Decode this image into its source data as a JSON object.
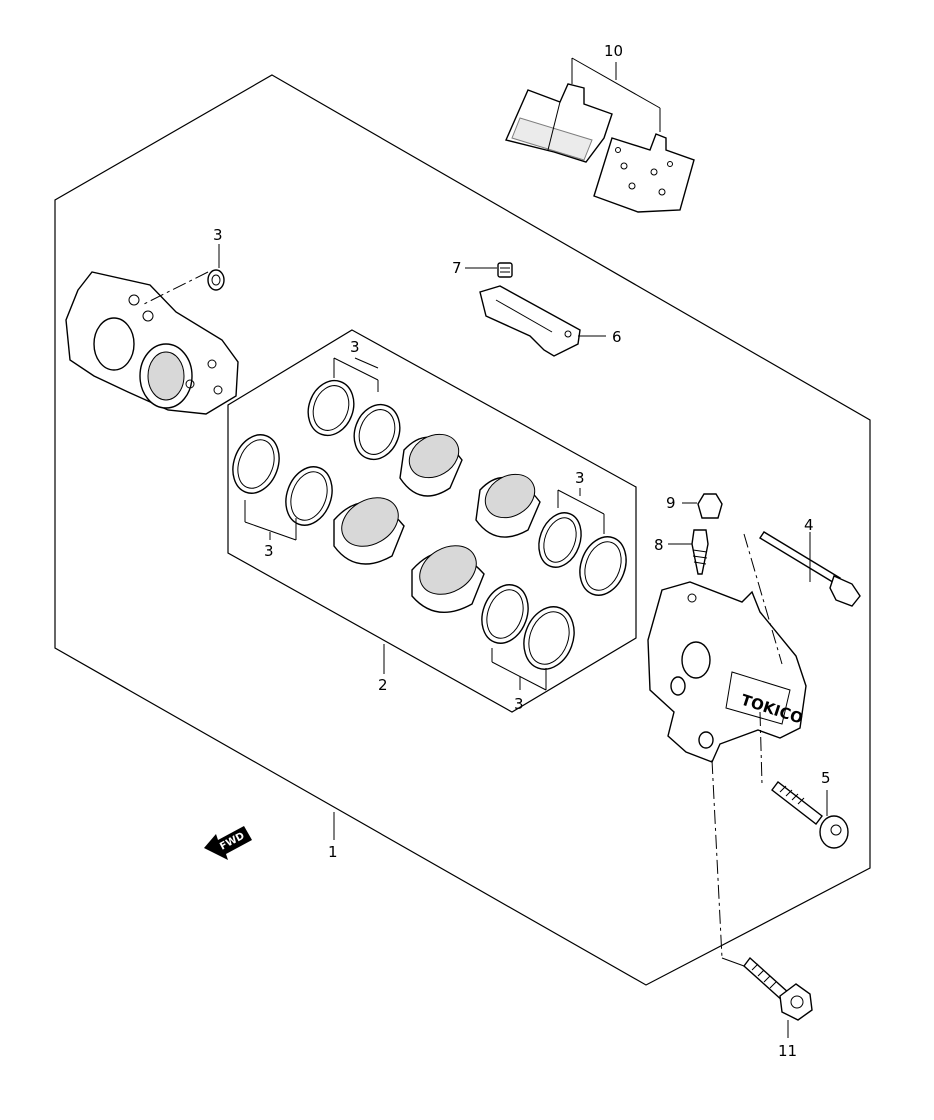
{
  "callouts": {
    "c1": "1",
    "c2": "2",
    "c3a": "3",
    "c3b": "3",
    "c3c": "3",
    "c3d": "3",
    "c3e": "3",
    "c4": "4",
    "c5": "5",
    "c6": "6",
    "c7": "7",
    "c8": "8",
    "c9": "9",
    "c10": "10",
    "c11": "11"
  },
  "fwd_label": "FWD",
  "caliper_marking": "TOKICO"
}
